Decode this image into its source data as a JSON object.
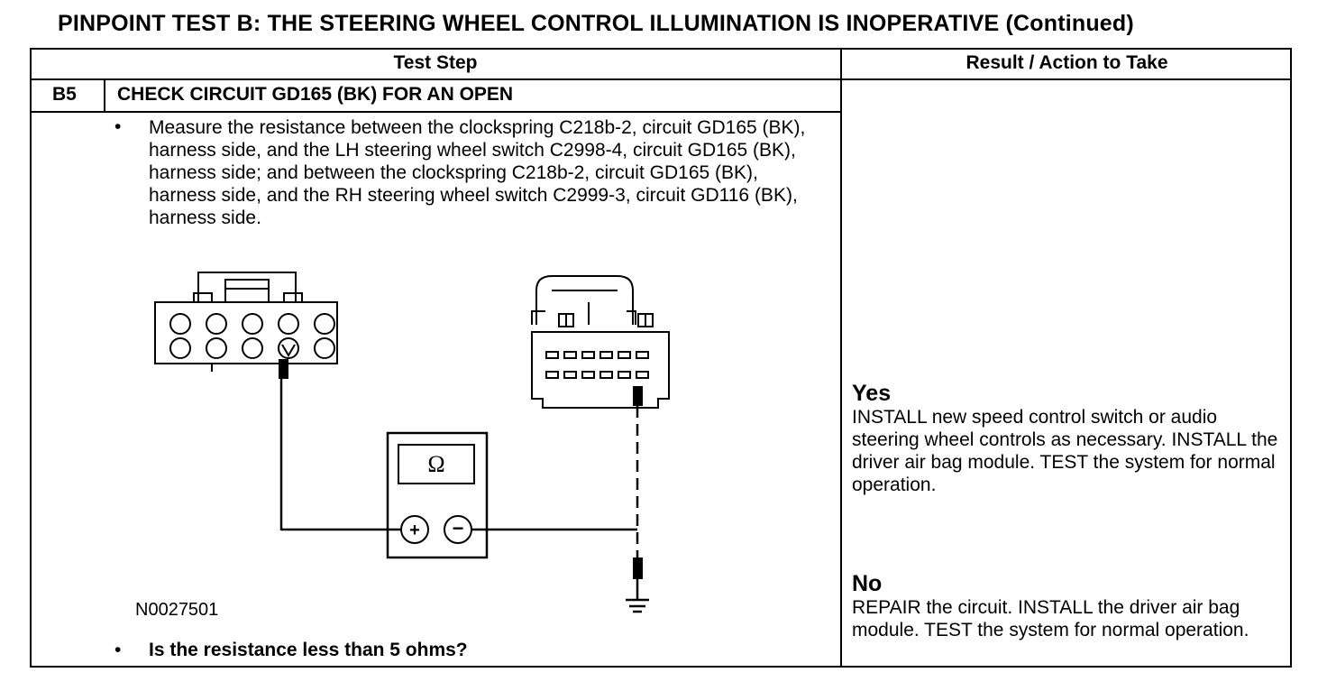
{
  "title": "PINPOINT TEST  B: THE STEERING WHEEL CONTROL ILLUMINATION IS INOPERATIVE (Continued)",
  "table": {
    "col_test_step": "Test Step",
    "col_result": "Result / Action to Take"
  },
  "step": {
    "id": "B5",
    "title": "CHECK CIRCUIT GD165 (BK) FOR AN OPEN",
    "bullet": "•",
    "instruction": "Measure the resistance between the clockspring C218b-2, circuit GD165 (BK), harness side, and the LH steering wheel switch C2998-4, circuit GD165 (BK), harness side; and between the clockspring C218b-2, circuit GD165 (BK), harness side, and the RH steering wheel switch C2999-3, circuit GD116 (BK), harness side.",
    "figure_id": "N0027501",
    "question": "Is the resistance less than 5 ohms?"
  },
  "diagram": {
    "meter_symbol": "Ω",
    "plus": "+",
    "minus": "−"
  },
  "results": [
    {
      "head": "Yes",
      "text": "INSTALL new speed control switch or audio steering wheel controls as necessary. INSTALL the driver air bag module. TEST the system for normal operation."
    },
    {
      "head": "No",
      "text": "REPAIR the circuit. INSTALL the driver air bag module. TEST the system for normal operation."
    }
  ]
}
